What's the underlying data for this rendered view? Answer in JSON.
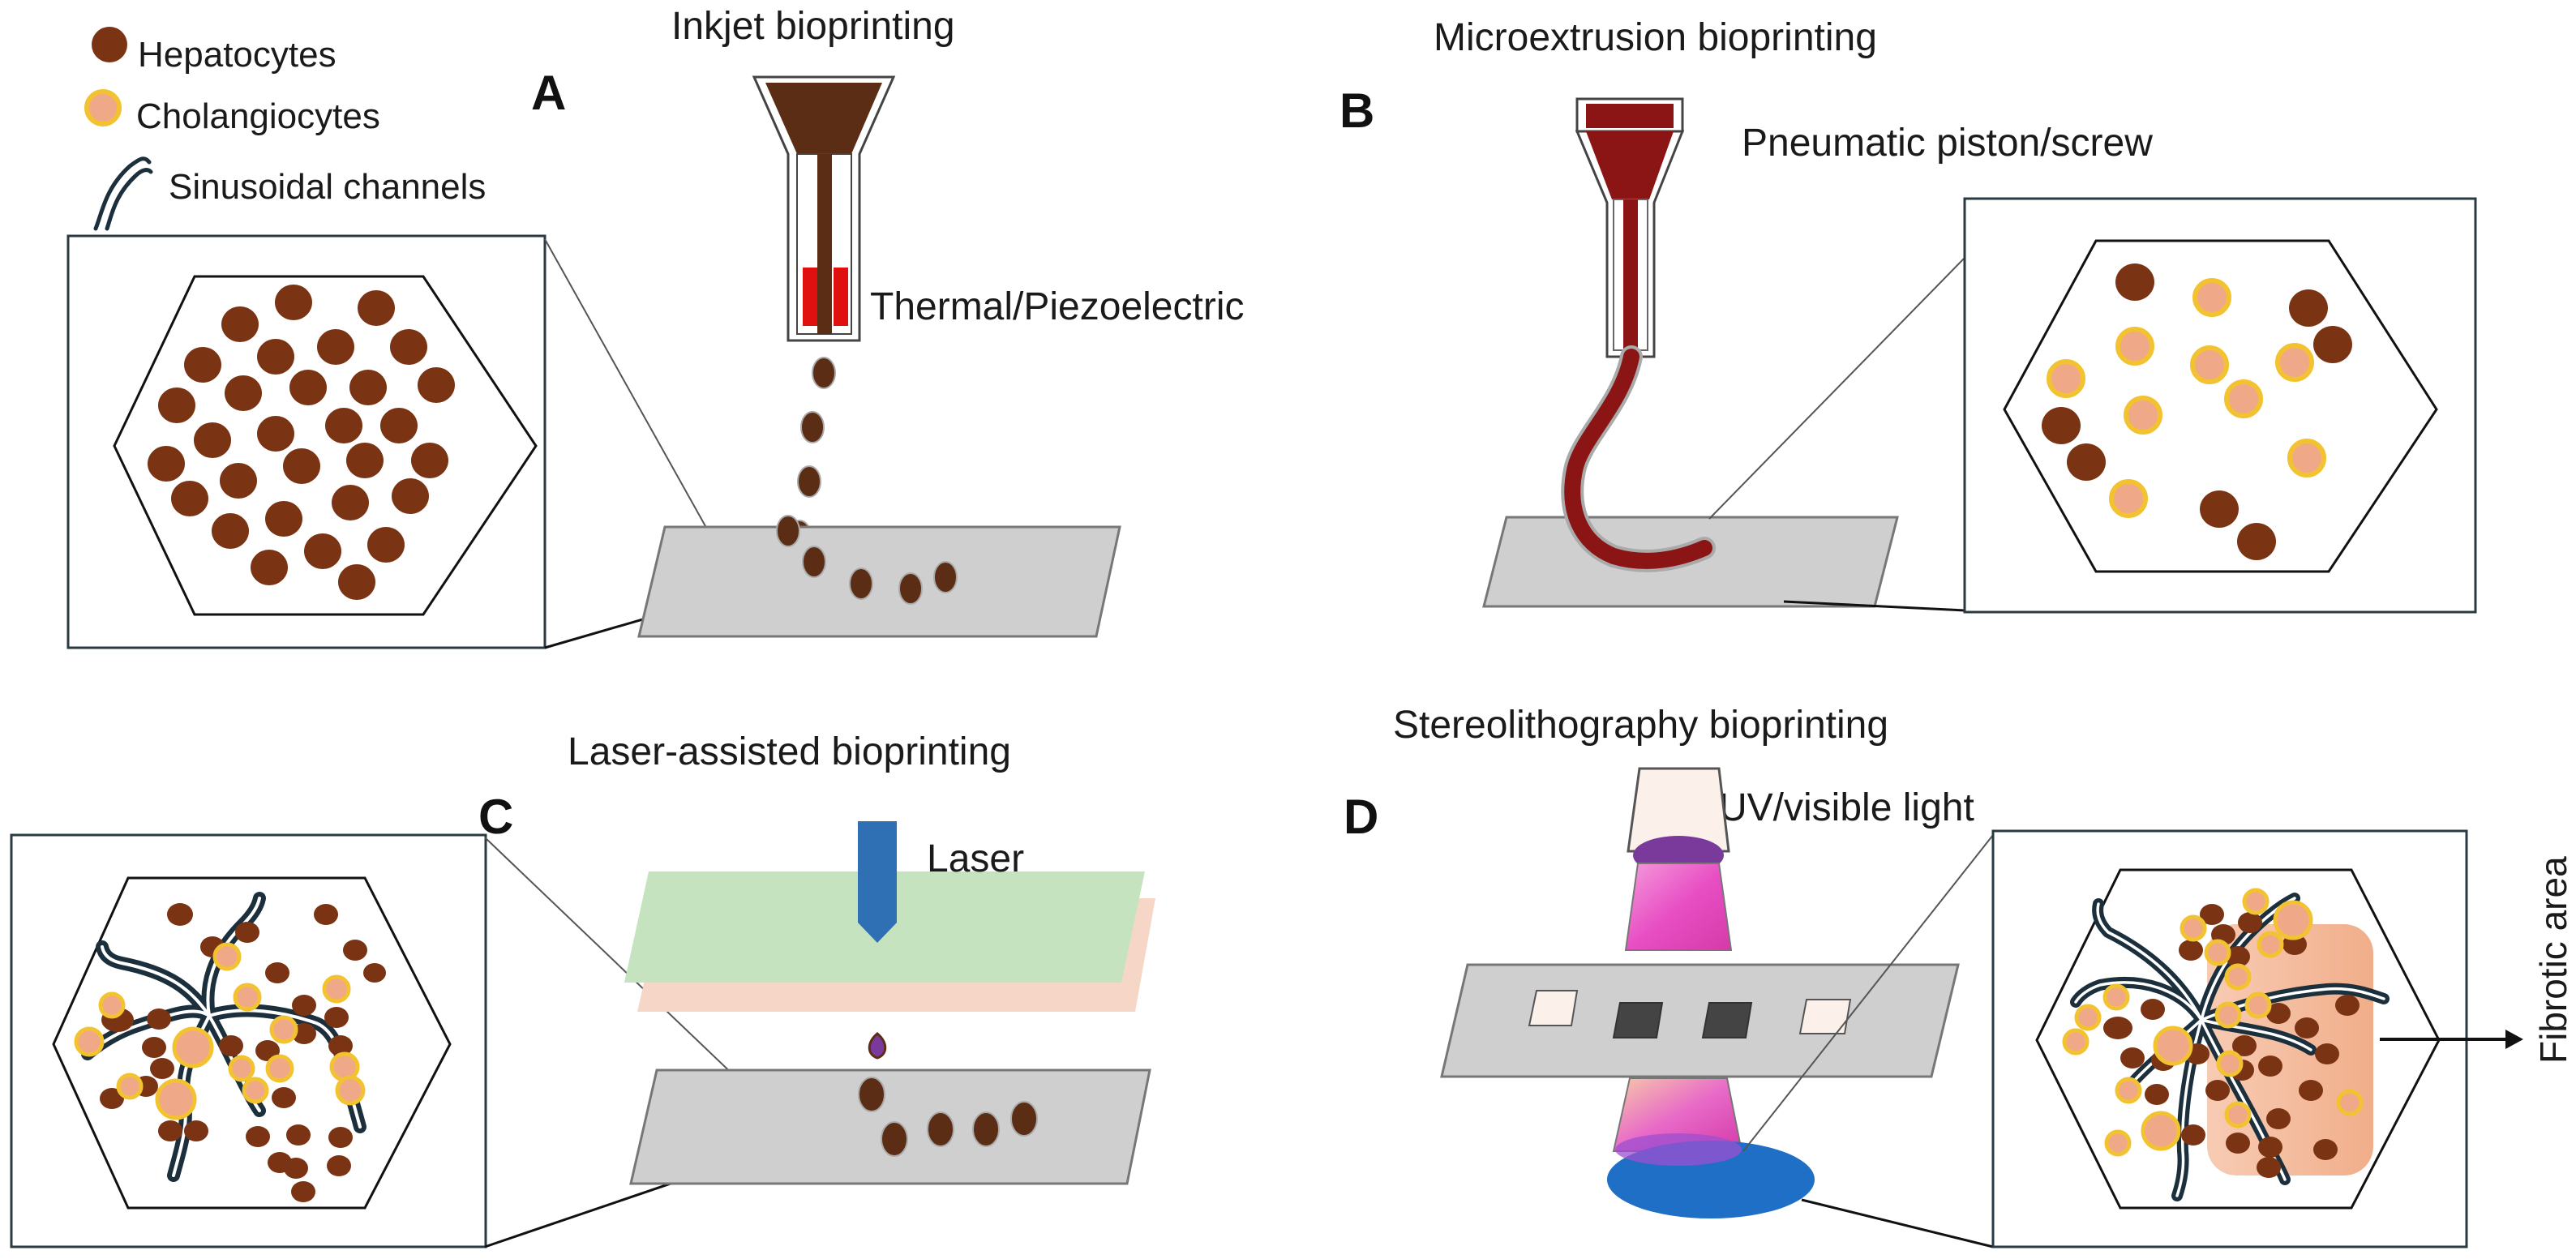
{
  "legend": {
    "hepatocytes": "Hepatocytes",
    "cholangiocytes": "Cholangiocytes",
    "sinusoidal_channels": "Sinusoidal channels"
  },
  "panels": {
    "a": {
      "letter": "A",
      "title": "Inkjet bioprinting",
      "actuator": "Thermal/Piezoelectric"
    },
    "b": {
      "letter": "B",
      "title": "Microextrusion bioprinting",
      "actuator": "Pneumatic piston/screw"
    },
    "c": {
      "letter": "C",
      "title": "Laser-assisted bioprinting",
      "source": "Laser"
    },
    "d": {
      "letter": "D",
      "title": "Stereolithography bioprinting",
      "source": "UV/visible light",
      "annotation": "Fibrotic area"
    }
  },
  "colors": {
    "hepatocyte": "#7a3414",
    "cholangiocyte_fill": "#f0a988",
    "cholangiocyte_ring": "#f2c230",
    "ink": "#5a2d14",
    "extrusion_ink": "#8b1414",
    "heater": "#e01010",
    "laser": "#2f6fb4",
    "uv_light": "#e84fc4",
    "uv_source": "#7a3a9c",
    "stage": "#cfcfcf",
    "fibrotic": "#f2b596",
    "channel": "#1b2f3c",
    "laser_ribbon": "#c6e3bf",
    "laser_substrate": "#f6d6c6",
    "vat": "#1f6fc6"
  }
}
